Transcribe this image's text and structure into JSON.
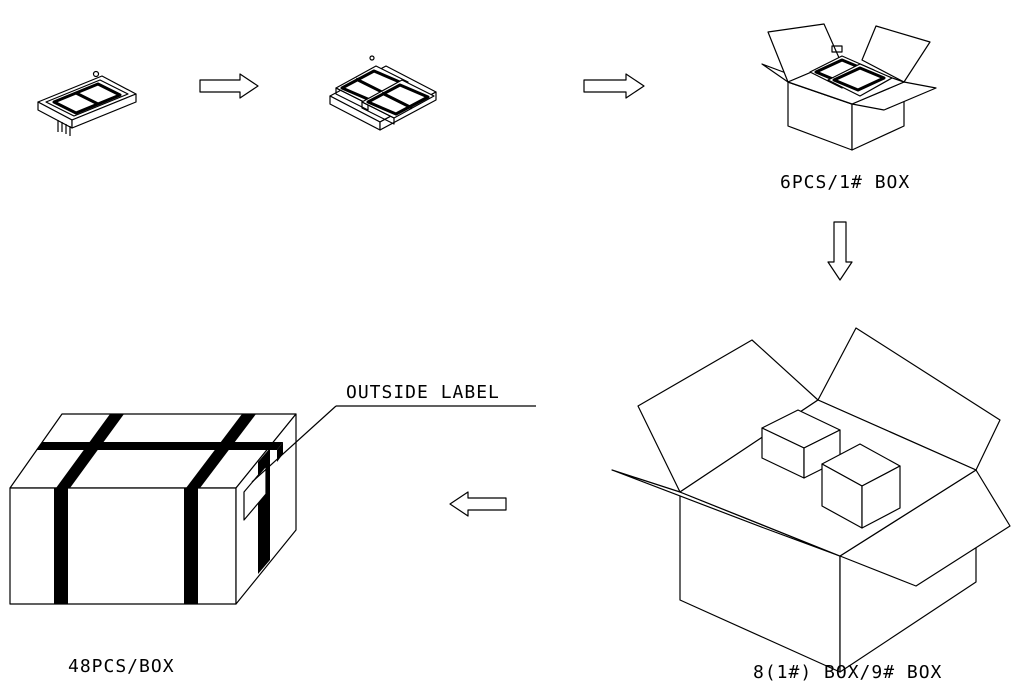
{
  "labels": {
    "stage3": "6PCS/1# BOX",
    "stage4": "8(1#) BOX/9# BOX",
    "stage5": "48PCS/BOX",
    "outside_label": "OUTSIDE LABEL"
  },
  "icons": {
    "arrow": "hollow-arrow-icon",
    "display": "seven-segment-display-icon",
    "box": "carton-box-icon"
  },
  "colors": {
    "ink": "#000000",
    "background": "#ffffff"
  }
}
